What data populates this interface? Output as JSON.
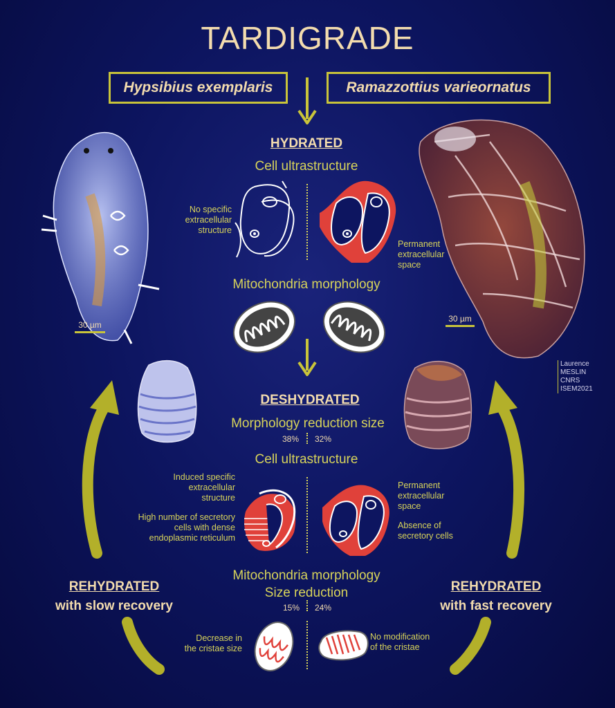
{
  "title": "TARDIGRADE",
  "species": {
    "left": "Hypsibius exemplaris",
    "right": "Ramazzottius varieornatus"
  },
  "hydrated": {
    "heading": "HYDRATED",
    "cell_title": "Cell  ultrastructure",
    "left_note": [
      "No specific",
      "extracellular",
      "structure"
    ],
    "right_note": [
      "Permanent",
      "extracellular",
      "space"
    ],
    "mito_title": "Mitochondria morphology"
  },
  "deshydrated": {
    "heading": "DESHYDRATED",
    "morph_title": "Morphology reduction size",
    "pct_left": "38%",
    "pct_right": "32%",
    "cell_title": "Cell  ultrastructure",
    "left_note_1": [
      "Induced specific",
      "extracellular",
      "structure"
    ],
    "left_note_2": [
      "High number of secretory",
      "cells with dense",
      "endoplasmic reticulum"
    ],
    "right_note_1": [
      "Permanent",
      "extracellular",
      "space"
    ],
    "right_note_2": [
      "Absence of",
      "secretory cells"
    ],
    "mito_title": "Mitochondria morphology",
    "size_title": "Size reduction",
    "mito_pct_left": "15%",
    "mito_pct_right": "24%",
    "mito_left_note": [
      "Decrease in",
      "the cristae size"
    ],
    "mito_right_note": [
      "No modification",
      "of the cristae"
    ]
  },
  "rehydrated": {
    "left": {
      "line1": "REHYDRATED",
      "line2": "with slow recovery"
    },
    "right": {
      "line1": "REHYDRATED",
      "line2": "with fast recovery"
    }
  },
  "scale_left": "30 µm",
  "scale_right": "30 µm",
  "credit": [
    "Laurence",
    "MESLIN",
    "CNRS",
    "ISEM2021"
  ],
  "colors": {
    "background": "#0d1560",
    "accent_gold": "#c9c43a",
    "text_cream": "#f3dcae",
    "membrane_red": "#e0413a"
  }
}
